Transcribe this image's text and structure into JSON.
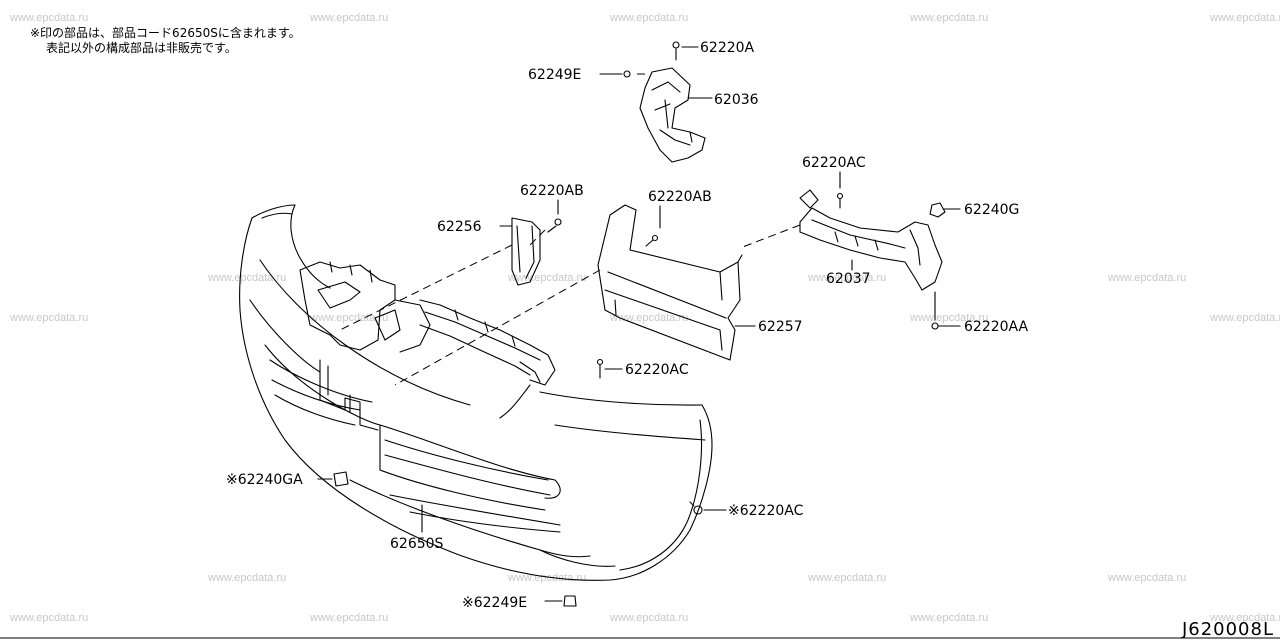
{
  "notes": [
    "※印の部品は、部品コード62650Sに含まれます。",
    "表記以外の構成部品は非販売です。"
  ],
  "watermark": "www.epcdata.ru",
  "diagram_id": "J620008L",
  "labels": {
    "p62220A": "62220A",
    "p62249E_top": "62249E",
    "p62036": "62036",
    "p62220AC_top": "62220AC",
    "p62220AB_left": "62220AB",
    "p62220AB_mid": "62220AB",
    "p62240G": "62240G",
    "p62256": "62256",
    "p62037": "62037",
    "p62257": "62257",
    "p62220AA": "62220AA",
    "p62220AC_mid": "62220AC",
    "p62240GA": "※62240GA",
    "p62220AC_low": "※62220AC",
    "p62650S": "62650S",
    "p62249E_bottom": "※62249E"
  }
}
